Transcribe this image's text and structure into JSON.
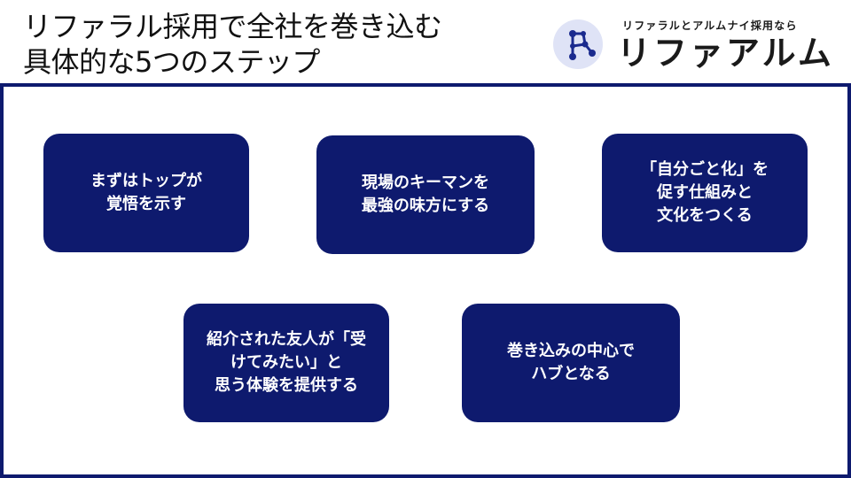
{
  "title": {
    "line1": "リファラル採用で全社を巻き込む",
    "line2": "具体的な5つのステップ"
  },
  "logo": {
    "tagline": "リファラルとアルムナイ採用なら",
    "name": "リファアルム",
    "icon": "network-nodes-icon"
  },
  "colors": {
    "navy": "#0e1a6e",
    "logo_circle": "#dfe3f6"
  },
  "steps": [
    {
      "lines": [
        "まずはトップが",
        "覚悟を示す"
      ]
    },
    {
      "lines": [
        "現場のキーマンを",
        "最強の味方にする"
      ]
    },
    {
      "lines": [
        "「自分ごと化」を",
        "促す仕組みと",
        "文化をつくる"
      ]
    },
    {
      "lines": [
        "紹介された友人が「受",
        "けてみたい」と",
        "思う体験を提供する"
      ]
    },
    {
      "lines": [
        "巻き込みの中心で",
        "ハブとなる"
      ]
    }
  ]
}
